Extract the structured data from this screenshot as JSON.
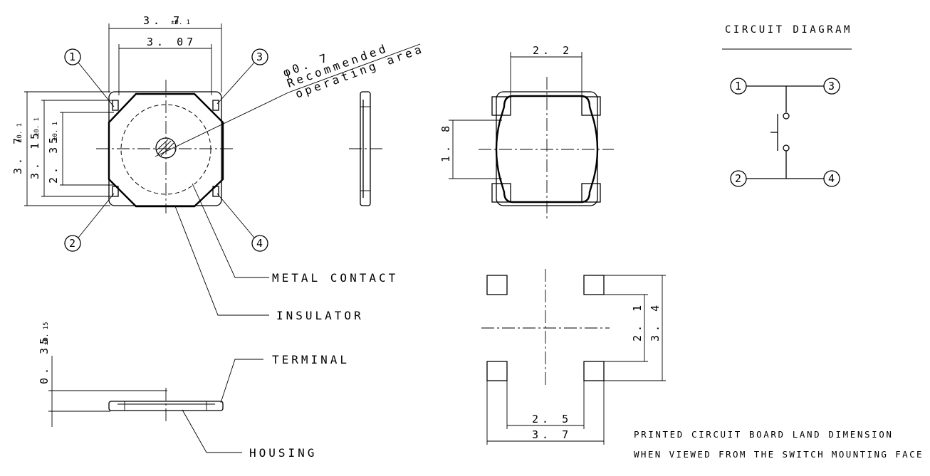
{
  "top_view": {
    "width_outer": "3. 7",
    "width_outer_tol": "±0. 1",
    "width_inner": "3. 07",
    "height_outer": "3. 7",
    "height_outer_tol": "±0. 1",
    "height_mid": "3. 15",
    "height_mid_tol": "±0. 1",
    "height_inner": "2. 35",
    "height_inner_tol": "±0. 1",
    "note_line1": "φ0. 7",
    "note_line2": "Recommended",
    "note_line3": "operating area",
    "pins": [
      "1",
      "2",
      "3",
      "4"
    ]
  },
  "labels": {
    "metal_contact": "METAL CONTACT",
    "insulator": "INSULATOR",
    "terminal": "TERMINAL",
    "housing": "HOUSING"
  },
  "side_view": {
    "height": "0. 35",
    "height_tol": "±0. 15"
  },
  "bottom_view": {
    "width": "2. 2",
    "height": "1. 8"
  },
  "land": {
    "inner_width": "2. 5",
    "outer_width": "3. 7",
    "inner_height": "2. 1",
    "outer_height": "3. 4",
    "caption_line1": "PRINTED CIRCUIT BOARD LAND DIMENSION",
    "caption_line2": "WHEN VIEWED FROM THE SWITCH MOUNTING FACE"
  },
  "circuit": {
    "title": "CIRCUIT DIAGRAM",
    "pins": [
      "1",
      "2",
      "3",
      "4"
    ]
  }
}
